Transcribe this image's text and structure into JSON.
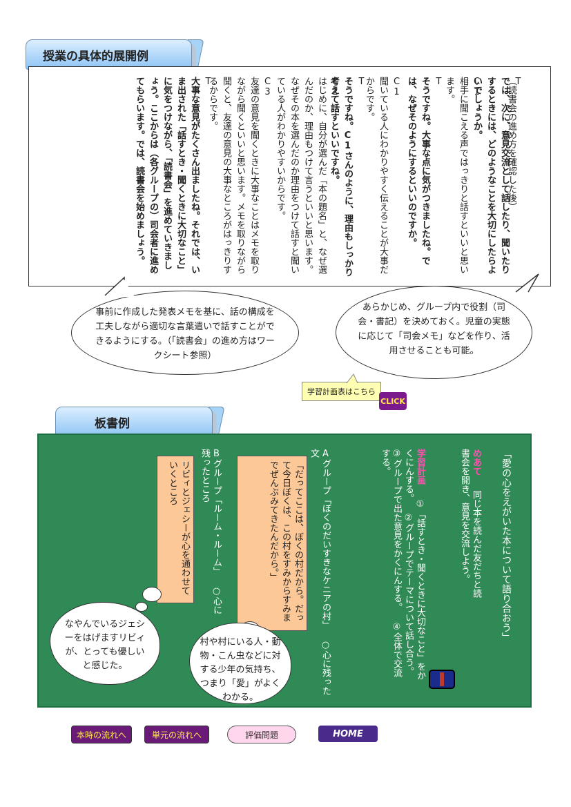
{
  "section1": {
    "title": "授業の具体的展開例"
  },
  "lesson_columns": [
    {
      "speaker": "",
      "text": "（読書会の進め方を確認した後）",
      "bold": false
    },
    {
      "speaker": "T",
      "text": "では、次に、意見交流として話したり、聞いたりするときには、どのようなことを大切にしたらよいでしょうか。",
      "bold": true
    },
    {
      "speaker": "C1",
      "text": "相手に聞こえる声ではっきりと話すといいと思います。",
      "bold": false
    },
    {
      "speaker": "T",
      "text": "そうですね。大事な点に気がつきましたね。では、なぜそのようにするといいのですか。",
      "bold": true
    },
    {
      "speaker": "C1",
      "text": "聞いている人にわかりやすく伝えることが大事だからです。",
      "bold": false
    },
    {
      "speaker": "T",
      "text": "そうですね。C1さんのように、理由もしっかり考えて話すといいですね。",
      "bold": true
    },
    {
      "speaker": "C2",
      "text": "はじめに、自分が選んだ「本の題名」と、なぜ選んだのか、理由もつけて言うといいと思います。なぜその本を選んだのか理由をつけて話すと聞いている人がわかりやすいからです。",
      "bold": false
    },
    {
      "speaker": "C3",
      "text": "友達の意見を聞くときに大事なことはメモを取りながら聞くといいと思います。メモを取りながら聞くと、友達の意見の大事なところがはっきりするからです。",
      "bold": false
    },
    {
      "speaker": "T",
      "text": "大事な意見がたくさん出ましたね。それでは、いま出された「話すとき・聞くときに大切なこと」に気をつけながら、「読書会」を進めていきましょう。ここからは（各グループの）司会者に進めてもらいます。では、読書会を始めましょう。",
      "bold": true
    }
  ],
  "bubble_left": "事前に作成した発表メモを基に、話の構成を工夫しながら適切な言葉遣いで話すことができるようにする。（「読書会」の進め方はワークシート参照）",
  "bubble_right": "あらかじめ、グループ内で役割（司会・書記）を決めておく。児童の実態に応じて「司会メモ」などを作り、活用させることも可能。",
  "plan_link": {
    "label": "学習計画表はこちら",
    "click": "CLICK"
  },
  "section2": {
    "title": "板書例"
  },
  "board": {
    "title": "「愛の心をえがいた本について語り合おう」",
    "aim_label": "めあて",
    "aim_text": "同じ本を読んだ友だちと読書会を開き、意見を交流しよう。",
    "plan_label": "学習計画",
    "steps": [
      "①「話すとき・聞くときに大切なこと」をかくにんする。",
      "②グループでテーマについて話し合う。",
      "③グループで出た意見をかくにんする。",
      "④全体で交流する。"
    ],
    "groupA_title": "Aグループ「ぼくのだいすきなケニアの村」",
    "groupA_sub": "○心に残った文",
    "groupA_note": "「だってここは、ぼくの村だから。だって今日ぼくは、この村をすみからすみまでぜんぶみてきたんだから。」",
    "groupB_title": "Bグループ「ルーム・ルーム」",
    "groupB_sub": "○心に残ったところ",
    "groupB_note": "リビィとジェシーが心を通わせていくところ",
    "cloud_left": "なやんでいるジェシーをはげますリビィが、とっても優しいと感じた。",
    "cloud_right": "村や村にいる人・動物・こん虫などに対する少年の気持ち、つまり「愛」がよくわかる。"
  },
  "nav": {
    "b1": "本時の流れへ",
    "b2": "単元の流れへ",
    "b3": "評価問題",
    "b4": "HOME"
  },
  "colors": {
    "board": "#2f8a55",
    "note": "#fcc898",
    "nav_purple": "#6a1b78",
    "click": "#7b1a8c"
  }
}
